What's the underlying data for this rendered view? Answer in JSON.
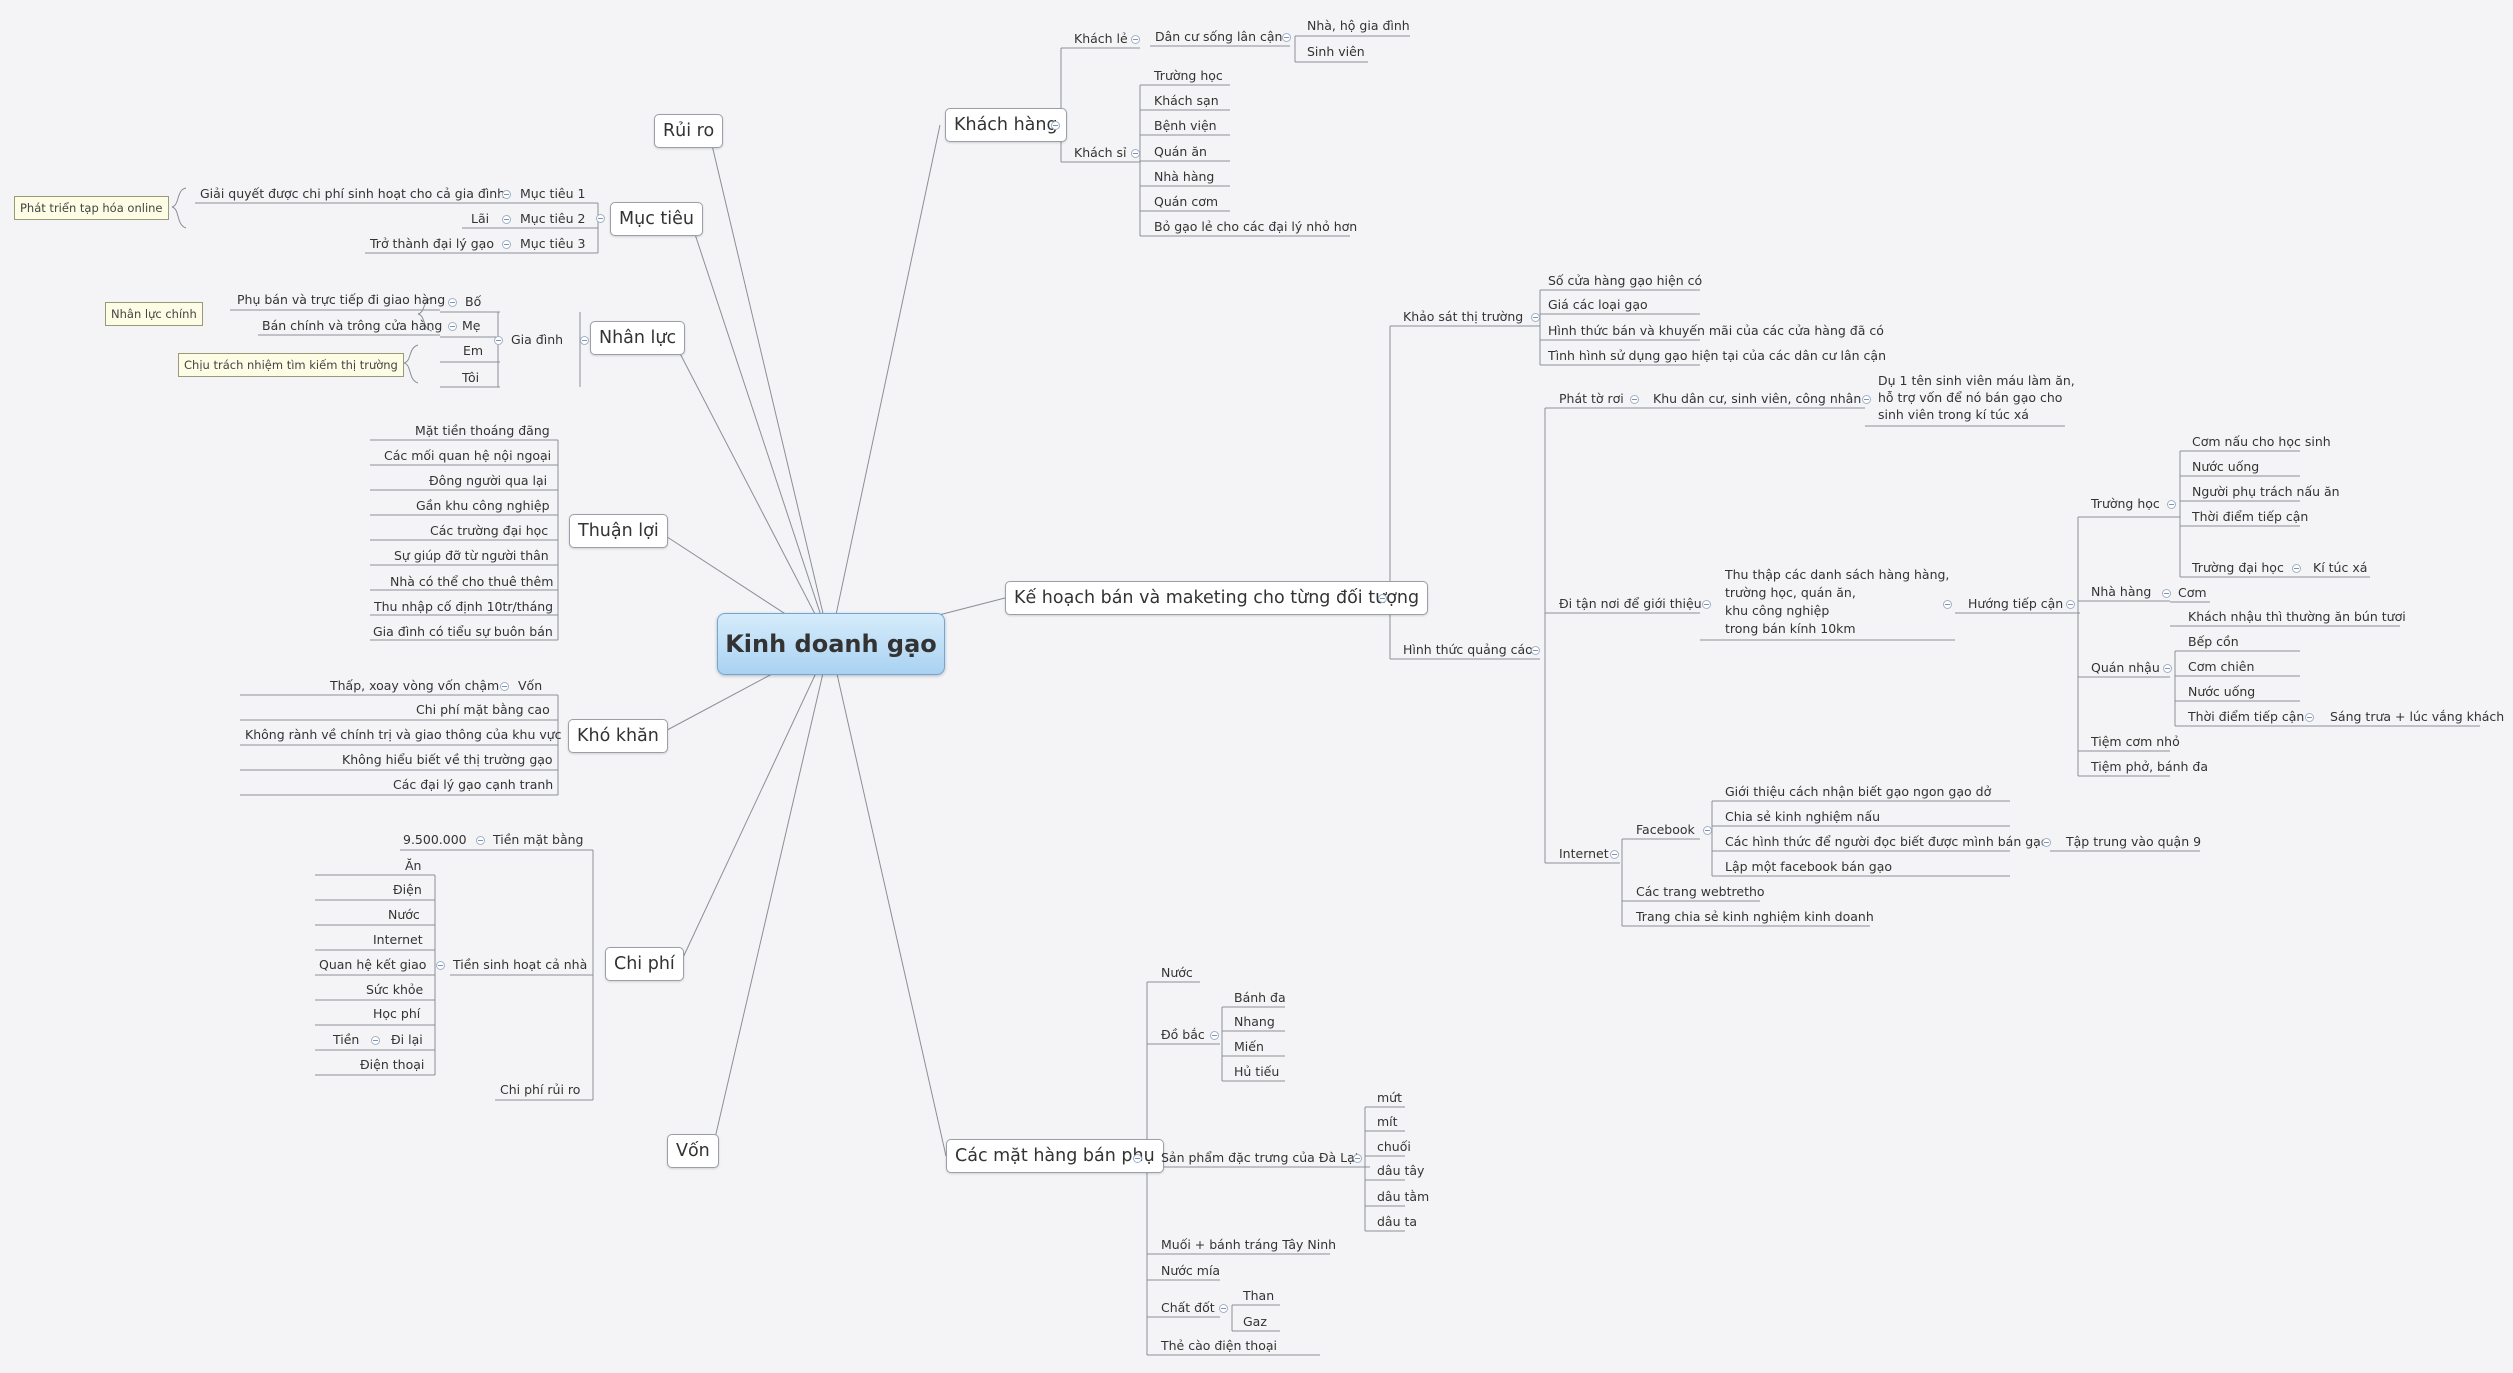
{
  "central": "Kinh doanh gạo",
  "main_topics": {
    "rui_ro": "Rủi ro",
    "muc_tieu": "Mục tiêu",
    "nhan_luc": "Nhân lực",
    "thuan_loi": "Thuận lợi",
    "kho_khan": "Khó khăn",
    "chi_phi": "Chi phí",
    "von": "Vốn",
    "khach_hang": "Khách hàng",
    "ke_hoach": "Kế hoạch bán và maketing cho từng đối tượng",
    "mat_hang": "Các mặt hàng bán phụ"
  },
  "muc_tieu": {
    "items": [
      "Mục tiêu 1",
      "Mục tiêu 2",
      "Mục tiêu 3"
    ],
    "details": [
      "Giải quyết được chi phí sinh hoạt cho cả gia đình",
      "Lãi",
      "Trở thành đại lý gạo"
    ],
    "callout": "Phát triển tạp hóa online"
  },
  "nhan_luc": {
    "gia_dinh": "Gia đình",
    "members": [
      "Bố",
      "Mẹ",
      "Em",
      "Tôi"
    ],
    "roles": [
      "Phụ bán và trực tiếp đi giao hàng",
      "Bán chính và trông cửa hàng"
    ],
    "callout_main": "Nhân lực chính",
    "callout_market": "Chịu trách nhiệm tìm kiếm thị trường"
  },
  "thuan_loi": {
    "items": [
      "Mặt tiền thoáng đãng",
      "Các mối quan hệ nội ngoại",
      "Đông người qua lại",
      "Gần khu công nghiệp",
      "Các trường đại học",
      "Sự giúp đỡ từ người thân",
      "Nhà có thể cho thuê thêm",
      "Thu nhập cố định 10tr/tháng",
      "Gia đình có tiểu sự buôn bán"
    ]
  },
  "kho_khan": {
    "von": "Vốn",
    "von_detail": "Thấp, xoay vòng vốn chậm",
    "items": [
      "Chi phí mặt bằng cao",
      "Không rành về chính trị và giao thông của khu vực",
      "Không hiểu biết về thị trường gạo",
      "Các đại lý gạo cạnh tranh"
    ]
  },
  "chi_phi": {
    "mat_bang": "Tiền mặt bằng",
    "mat_bang_value": "9.500.000",
    "sinh_hoat": "Tiền sinh hoạt cả nhà",
    "sinh_hoat_items": [
      "Ăn",
      "Điện",
      "Nước",
      "Internet",
      "Quan hệ kết giao",
      "Sức khỏe",
      "Học phí",
      "Đi lại",
      "Điện thoại"
    ],
    "di_lai_detail": "Tiền",
    "rui_ro": "Chi phí rủi ro"
  },
  "khach_hang": {
    "khach_le": "Khách lẻ",
    "dan_cu": "Dân cư sống lân cận",
    "dan_cu_items": [
      "Nhà, hộ gia đình",
      "Sinh viên"
    ],
    "khach_si": "Khách sỉ",
    "khach_si_items": [
      "Trường học",
      "Khách sạn",
      "Bệnh viện",
      "Quán ăn",
      "Nhà hàng",
      "Quán cơm",
      "Bỏ gạo lẻ cho các đại lý nhỏ hơn"
    ]
  },
  "ke_hoach": {
    "khao_sat": "Khảo sát thị trường",
    "khao_sat_items": [
      "Số cửa hàng gạo hiện có",
      "Giá các loại gạo",
      "Hình thức bán và khuyến mãi của các cửa hàng đã có",
      "Tình hình sử dụng gạo hiện tại của các dân cư lân cận"
    ],
    "hinh_thuc": "Hình thức quảng cáo",
    "phat_to_roi": "Phát tờ rơi",
    "khu_dan_cu": "Khu dân cư, sinh viên, công nhân",
    "du_1_lines": [
      "Dụ 1 tên sinh viên máu làm ăn,",
      "hỗ trợ vốn để nó bán gạo cho",
      "sinh viên trong kí túc xá"
    ],
    "di_tan_noi": "Đi tận nơi để giới thiệu",
    "thu_thap_lines": [
      "Thu thập các danh sách hàng hàng,",
      "trường học, quán ăn,",
      "khu công nghiệp",
      "trong bán kính 10km"
    ],
    "huong_tiep_can": "Hướng tiếp cận",
    "truong_hoc": "Trường học",
    "truong_hoc_items": [
      "Cơm nấu cho học sinh",
      "Nước uống",
      "Người phụ trách nấu ăn",
      "Thời điểm tiếp cận",
      "Trường đại học"
    ],
    "ki_tuc_xa": "Kí túc xá",
    "nha_hang": "Nhà hàng",
    "com": "Cơm",
    "khach_nhau": "Khách nhậu thì thường ăn bún tươi",
    "quan_nhau": "Quán nhậu",
    "quan_nhau_items": [
      "Bếp cồn",
      "Cơm chiên",
      "Nước uống",
      "Thời điểm tiếp cận"
    ],
    "sang_trua": "Sáng trưa + lúc vắng khách",
    "tiem_com": "Tiệm cơm nhỏ",
    "tiem_pho": "Tiệm phở, bánh đa",
    "internet": "Internet",
    "facebook": "Facebook",
    "facebook_items": [
      "Giới thiệu cách nhận biết gạo ngon gạo dở",
      "Chia sẻ kinh nghiệm nấu",
      "Các hình thức để người đọc biết được mình bán gạo",
      "Lập một facebook bán gạo"
    ],
    "tap_trung": "Tập trung vào quận 9",
    "webtretho": "Các trang webtretho",
    "trang_chia_se": "Trang chia sẻ kinh nghiệm kinh doanh"
  },
  "mat_hang": {
    "nuoc": "Nước",
    "do_bac": "Đồ bắc",
    "do_bac_items": [
      "Bánh đa",
      "Nhang",
      "Miến",
      "Hủ tiếu"
    ],
    "dac_trung": "Sản phẩm đặc trưng của Đà Lạt",
    "dac_trung_items": [
      "mứt",
      "mít",
      "chuối",
      "dâu tây",
      "dâu tằm",
      "dâu ta"
    ],
    "muoi": "Muối + bánh tráng Tây Ninh",
    "nuoc_mia": "Nước mía",
    "chat_dot": "Chất đốt",
    "chat_dot_items": [
      "Than",
      "Gaz"
    ],
    "the_cao": "Thẻ cào điện thoại"
  }
}
